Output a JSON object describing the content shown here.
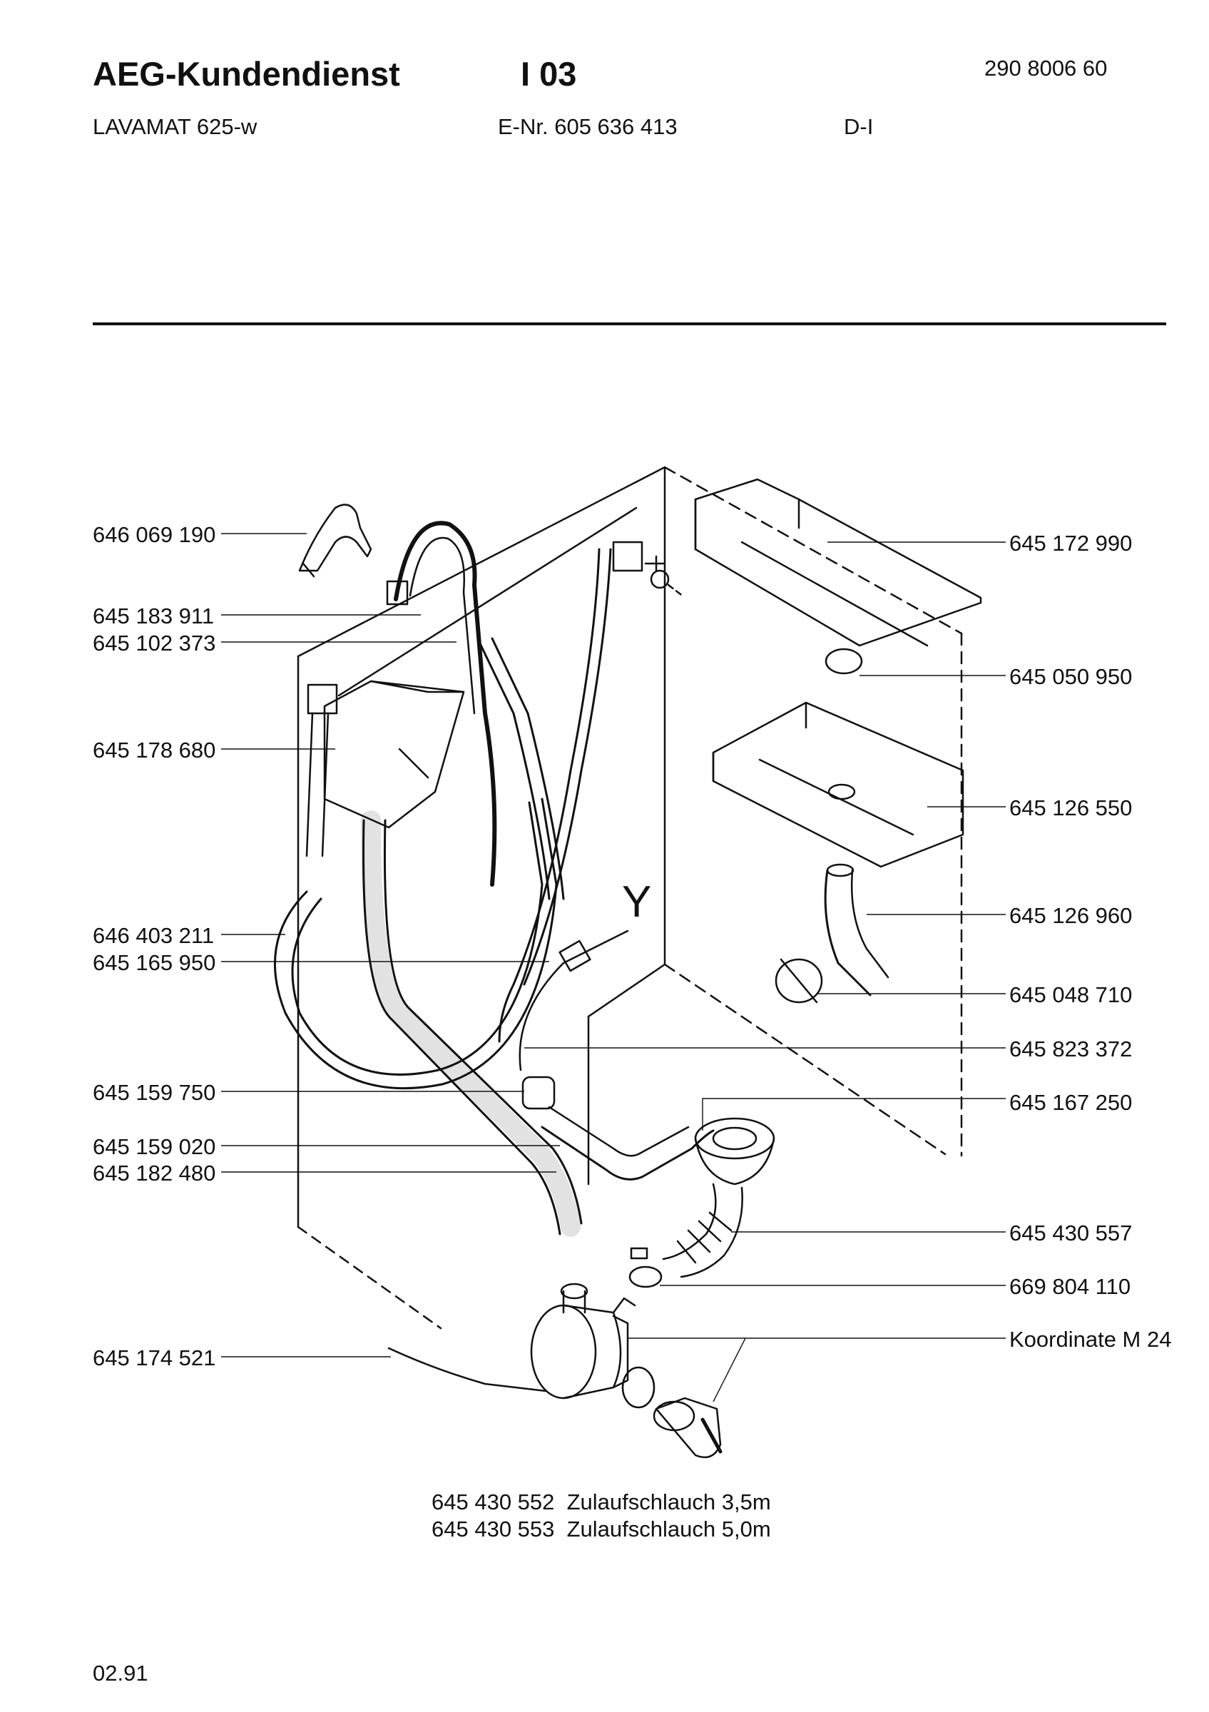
{
  "header": {
    "brand": "AEG-Kundendienst",
    "section": "I 03",
    "document_number": "290 8006 60",
    "model": "LAVAMAT 625-w",
    "e_number": "E-Nr. 605 636 413",
    "language": "D-I"
  },
  "parts_left": [
    {
      "id": "l1",
      "part": "646 069 190"
    },
    {
      "id": "l2",
      "part": "645 183 911"
    },
    {
      "id": "l3",
      "part": "645 102 373"
    },
    {
      "id": "l4",
      "part": "645 178 680"
    },
    {
      "id": "l5",
      "part": "646 403 211"
    },
    {
      "id": "l6",
      "part": "645 165 950"
    },
    {
      "id": "l7",
      "part": "645 159 750"
    },
    {
      "id": "l8",
      "part": "645 159 020"
    },
    {
      "id": "l9",
      "part": "645 182 480"
    },
    {
      "id": "l10",
      "part": "645 174 521"
    }
  ],
  "parts_right": [
    {
      "id": "r1",
      "part": "645 172 990"
    },
    {
      "id": "r2",
      "part": "645 050 950"
    },
    {
      "id": "r3",
      "part": "645 126 550"
    },
    {
      "id": "r4",
      "part": "645 126 960"
    },
    {
      "id": "r5",
      "part": "645 048 710"
    },
    {
      "id": "r6",
      "part": "645 823 372"
    },
    {
      "id": "r7",
      "part": "645 167 250"
    },
    {
      "id": "r8",
      "part": "645 430 557"
    },
    {
      "id": "r9",
      "part": "669 804 110"
    },
    {
      "id": "r10",
      "part": "Koordinate M 24"
    }
  ],
  "diagram_label": "Y",
  "footer": {
    "line1": "645 430 552  Zulaufschlauch 3,5m",
    "line2": "645 430 553  Zulaufschlauch 5,0m",
    "date": "02.91"
  }
}
